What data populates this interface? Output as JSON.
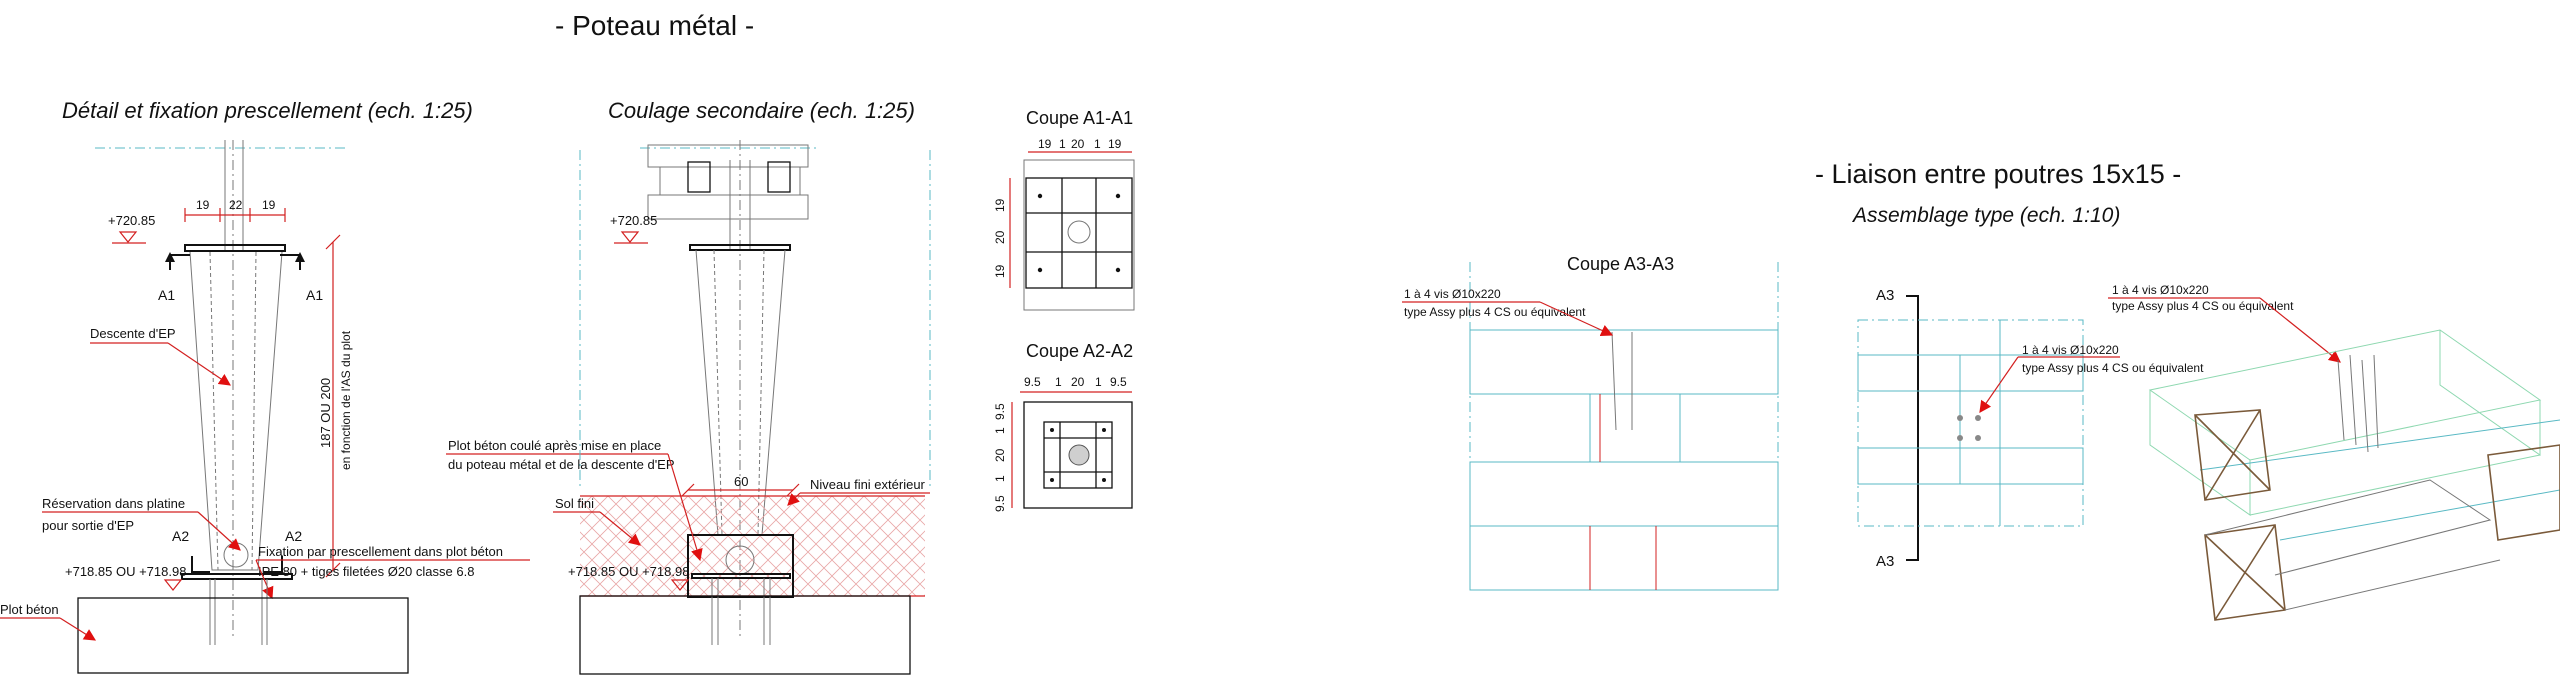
{
  "sheet": {
    "main_title": "- Poteau métal -",
    "liaison_title": "- Liaison entre poutres 15x15 -",
    "liaison_subtitle": "Assemblage type (ech. 1:10)"
  },
  "detail1": {
    "title": "Détail et fixation prescellement (ech. 1:25)",
    "level_top": "+720.85",
    "level_bottom": "+718.85 OU +718.98",
    "dims_top": [
      "19",
      "22",
      "19"
    ],
    "height_dim": "187 OU 200",
    "height_note": "en fonction de l'AS du plot",
    "section_a1_left": "A1",
    "section_a1_right": "A1",
    "section_a2_left": "A2",
    "section_a2_right": "A2",
    "label_descente": "Descente d'EP",
    "label_reservation_1": "Réservation dans platine",
    "label_reservation_2": "pour sortie d'EP",
    "label_fixation_1": "Fixation par prescellement dans plot béton",
    "label_fixation_2": "IPE 80 + tiges filetées Ø20 classe 6.8",
    "label_plot": "Plot béton"
  },
  "detail2": {
    "title": "Coulage secondaire (ech. 1:25)",
    "level_top": "+720.85",
    "level_bottom": "+718.85 OU +718.98",
    "dim_60": "60",
    "label_niveau": "Niveau fini extérieur",
    "label_plot_1": "Plot béton coulé après mise en place",
    "label_plot_2": "du poteau métal et de la descente d'EP",
    "label_sol": "Sol fini"
  },
  "coupe_a1": {
    "title": "Coupe A1-A1",
    "dims_h": [
      "19",
      "1",
      "20",
      "1",
      "19"
    ],
    "dims_v": [
      "19",
      "20",
      "19"
    ]
  },
  "coupe_a2": {
    "title": "Coupe A2-A2",
    "dims_h": [
      "9.5",
      "1",
      "20",
      "1",
      "9.5"
    ],
    "dims_v": [
      "9.5",
      "1",
      "20",
      "1",
      "9.5"
    ]
  },
  "coupe_a3": {
    "title": "Coupe A3-A3",
    "screw_1": "1 à 4 vis Ø10x220",
    "screw_2": "type Assy plus 4 CS ou équivalent"
  },
  "plan_view": {
    "section_top": "A3",
    "section_bottom": "A3",
    "screw_1": "1 à 4 vis Ø10x220",
    "screw_2": "type Assy plus 4 CS ou équivalent"
  },
  "iso_view": {
    "screw_1": "1 à 4 vis Ø10x220",
    "screw_2": "type Assy plus 4 CS ou équivalent"
  },
  "colors": {
    "annotation": "#d32020",
    "timber_outline": "#59b9c4",
    "iso_green": "#8ed8b0",
    "beam_end": "#7a5a3a"
  }
}
